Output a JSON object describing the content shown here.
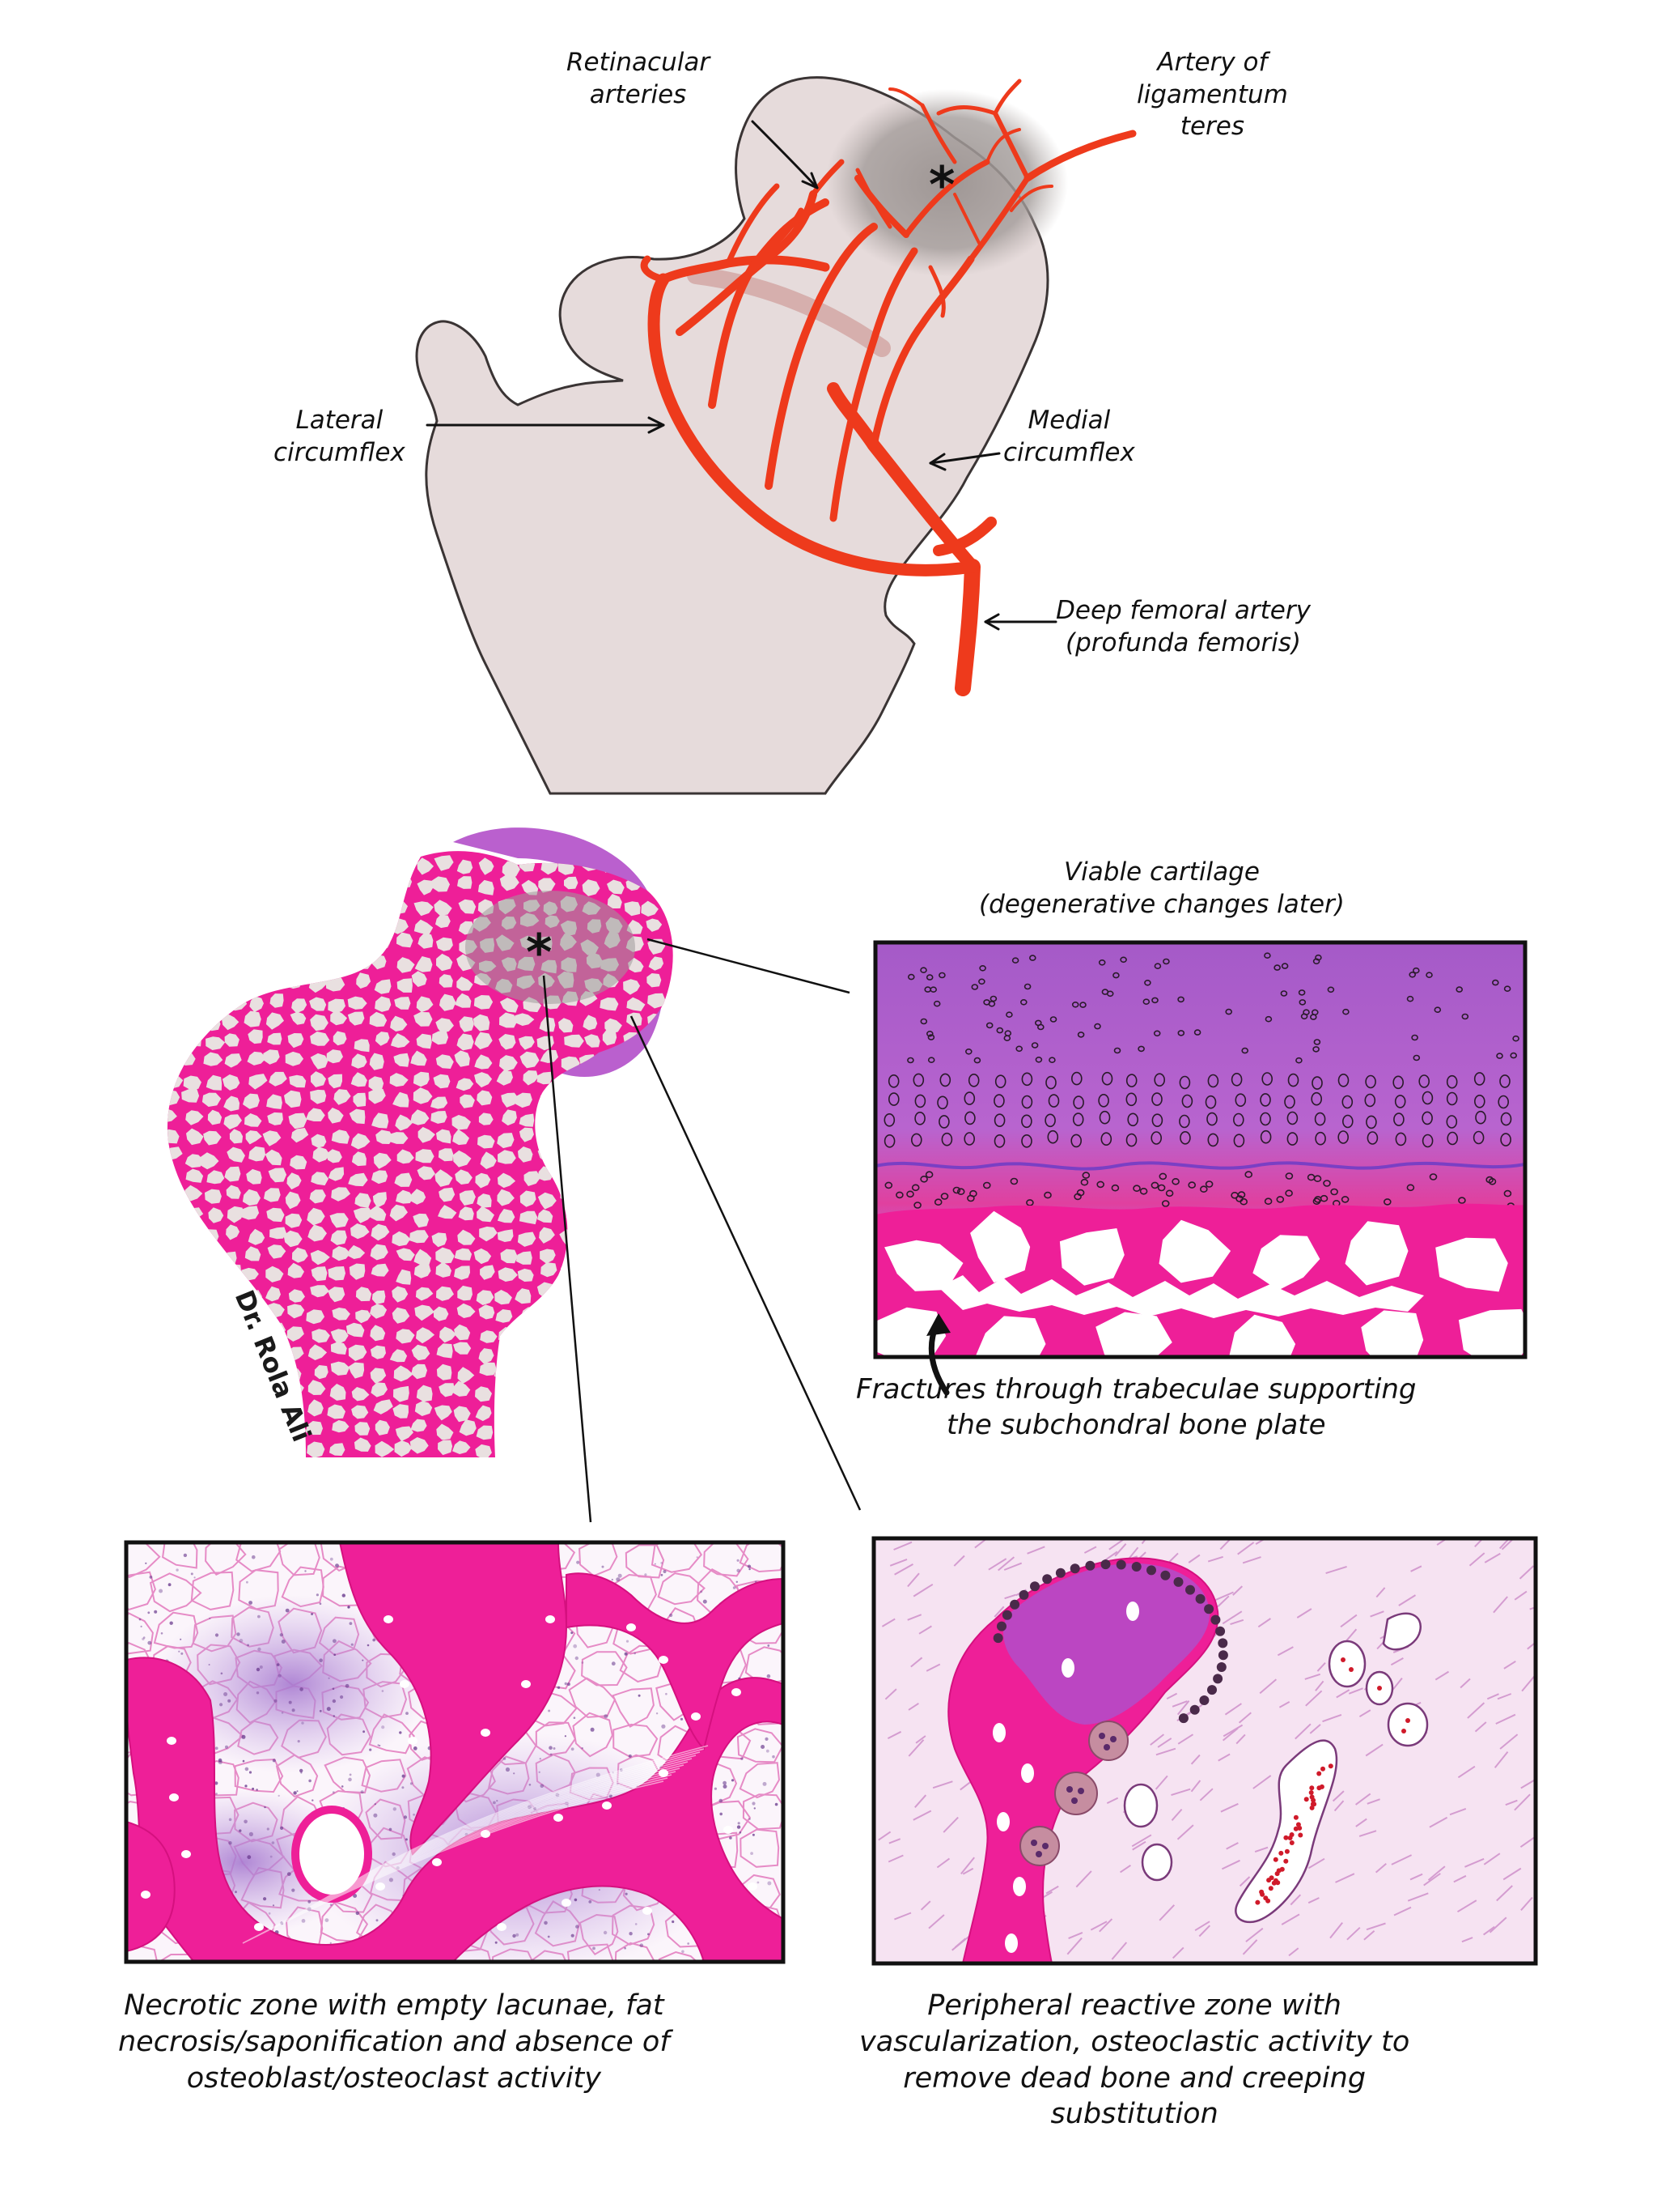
{
  "top_diagram": {
    "labels": {
      "retinacular": [
        "Retinacular",
        "arteries"
      ],
      "ligamentum": [
        "Artery of",
        "ligamentum",
        "teres"
      ],
      "lateral": [
        "Lateral",
        "circumflex"
      ],
      "medial": [
        "Medial",
        "circumflex"
      ],
      "deep_femoral": [
        "Deep femoral artery",
        "(profunda femoris)"
      ]
    },
    "asterisk": "*",
    "colors": {
      "bone": "#e6dbdb",
      "artery": "#ee3a1c",
      "necrosis": "#a9a19f"
    }
  },
  "section": {
    "asterisk": "*",
    "signature": "Dr. Rola Ali",
    "colors": {
      "bone": "#ee1f98",
      "marrow": "#e9e0e0",
      "cartilage": "#b34fc9"
    }
  },
  "cartilage_panel": {
    "title": [
      "Viable cartilage",
      "(degenerative changes later)"
    ],
    "caption": [
      "Fractures through trabeculae supporting",
      "the subchondral bone plate"
    ]
  },
  "necrotic_panel": {
    "caption": [
      "Necrotic zone with empty lacunae, fat",
      "necrosis/saponification and absence of",
      "osteoblast/osteoclast activity"
    ]
  },
  "reactive_panel": {
    "caption": [
      "Peripheral reactive zone with",
      "vascularization, osteoclastic activity to",
      "remove dead bone and creeping",
      "substitution"
    ]
  }
}
